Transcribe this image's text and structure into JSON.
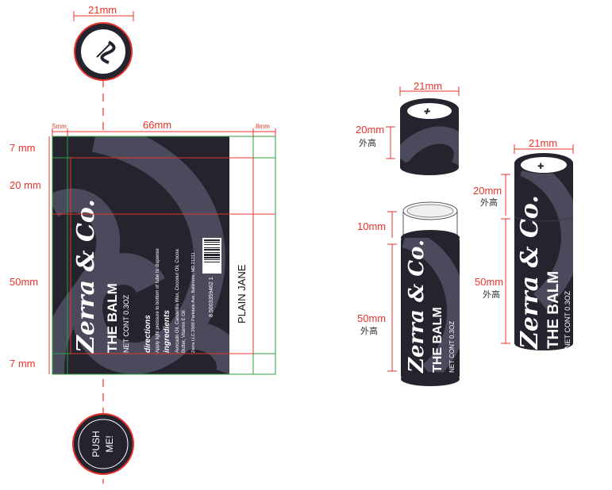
{
  "flat_layout": {
    "lid_top_width": "21mm",
    "label_width": "66mm",
    "left_margin": "5mm",
    "right_margin": "8mm",
    "rows": [
      "7 mm",
      "20 mm",
      "50mm",
      "7 mm"
    ],
    "brand": "Zerra & Co.",
    "product": "THE BALM",
    "net": "NET CONT 0.3OZ",
    "directions_title": "directions",
    "directions_text": "Apply light pressure to bottom of tube to dispense",
    "ingredients_title": "ingredients",
    "ingredients_text_1": "Avocado Oil, Candelilla Wax, Coconut Oil, Cocoa",
    "ingredients_text_2": "Butter, Vitamin E Oil",
    "address": "Zerra LLC 2500 Parkdale Ave, Baltimore, MD 21211",
    "barcode_number": "8 5003359462 1",
    "flavor": "PLAIN JANE",
    "push_line1": "PUSH",
    "push_line2": "ME!"
  },
  "cap_view": {
    "width": "21mm",
    "height": "20mm",
    "height_note": "外高"
  },
  "open_tube_view": {
    "inner_height": "10mm",
    "body_height": "50mm",
    "body_note": "外高",
    "brand": "Zerra & Co.",
    "product": "THE BALM",
    "net": "NET CONT 0.3OZ"
  },
  "closed_tube_view": {
    "width": "21mm",
    "cap_height": "20mm",
    "cap_note": "外高",
    "body_height": "50mm",
    "body_note": "外高",
    "brand": "Zerra & Co.",
    "product": "THE BALM",
    "net": "NET CONT 0.3OZ"
  },
  "colors": {
    "dark": "#24232e",
    "swirl": "#4a4a5c",
    "dimension_red": "#e8332b",
    "guide_green": "#2e9e3e"
  }
}
